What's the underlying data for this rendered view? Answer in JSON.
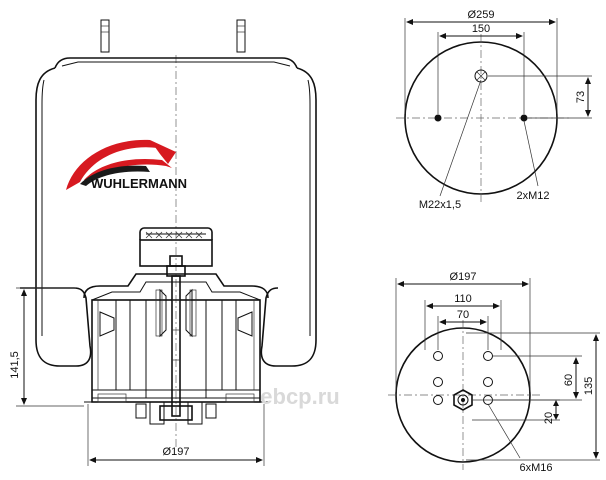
{
  "brand": {
    "name": "WUHLERMANN",
    "logo_colors": [
      "#d71920",
      "#1a1a1a"
    ]
  },
  "watermark": "ebcp.ru",
  "side_view": {
    "height_label": "141,5",
    "base_diameter_label": "Ø197"
  },
  "top_view": {
    "diameter_label": "Ø259",
    "bolt_spacing_label": "150",
    "offset_label": "73",
    "center_thread_label": "M22x1,5",
    "stud_label": "2xM12"
  },
  "bottom_view": {
    "diameter_label": "Ø197",
    "width_outer_label": "110",
    "width_inner_label": "70",
    "height_60_label": "60",
    "height_135_label": "135",
    "offset_20_label": "20",
    "holes_label": "6xM16"
  },
  "colors": {
    "line": "#111111",
    "logo_red": "#d71920",
    "watermark": "#d9d9d9"
  }
}
